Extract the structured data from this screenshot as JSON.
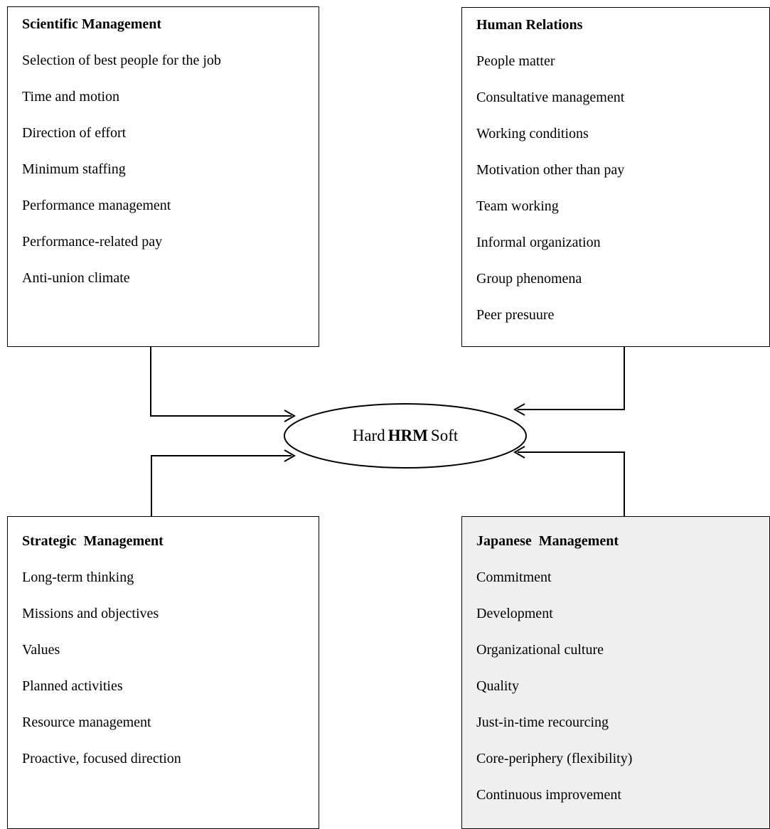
{
  "boxes": {
    "scientific": {
      "title": "Scientific Management",
      "items": [
        "Selection of best people for the job",
        "Time and motion",
        "Direction of effort",
        "Minimum staffing",
        "Performance management",
        "Performance-related pay",
        "Anti-union climate"
      ]
    },
    "human": {
      "title": "Human Relations",
      "items": [
        "People matter",
        "Consultative management",
        "Working conditions",
        "Motivation other than pay",
        "Team working",
        "Informal organization",
        "Group phenomena",
        "Peer presuure"
      ]
    },
    "strategic": {
      "title": "Strategic  Management",
      "items": [
        "Long-term thinking",
        "Missions and objectives",
        "Values",
        "Planned activities",
        "Resource management",
        "Proactive, focused direction"
      ]
    },
    "japanese": {
      "title": "Japanese  Management",
      "items": [
        "Commitment",
        "Development",
        "Organizational culture",
        "Quality",
        "Just-in-time recourcing",
        "Core-periphery (flexibility)",
        "Continuous improvement"
      ]
    }
  },
  "center": {
    "left": "Hard",
    "middle": "HRM",
    "right": "Soft"
  }
}
